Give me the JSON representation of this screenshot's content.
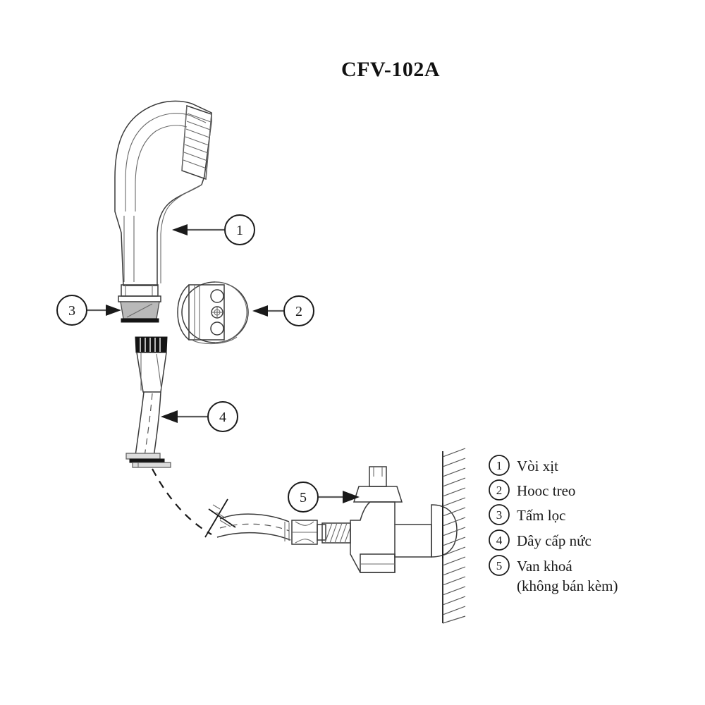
{
  "document": {
    "title": "CFV-102A",
    "kind": "exploded-parts-diagram"
  },
  "colors": {
    "ink": "#1a1a1a",
    "line": "#3a3a3a",
    "shade_grey": "#b9b9b9",
    "shade_light": "#dcdcdc",
    "background": "#ffffff"
  },
  "callouts": [
    {
      "id": "1",
      "number": "1",
      "target": "spray-handle"
    },
    {
      "id": "2",
      "number": "2",
      "target": "wall-hook"
    },
    {
      "id": "3",
      "number": "3",
      "target": "filter-screen"
    },
    {
      "id": "4",
      "number": "4",
      "target": "supply-hose"
    },
    {
      "id": "5",
      "number": "5",
      "target": "shut-off-valve"
    }
  ],
  "legend": {
    "items": [
      {
        "number": "1",
        "label": "Vòi xịt",
        "sublabel": ""
      },
      {
        "number": "2",
        "label": "Hooc treo",
        "sublabel": ""
      },
      {
        "number": "3",
        "label": "Tấm lọc",
        "sublabel": ""
      },
      {
        "number": "4",
        "label": "Dây cấp nức",
        "sublabel": ""
      },
      {
        "number": "5",
        "label": "Van khoá",
        "sublabel": "(không bán kèm)"
      }
    ]
  },
  "parts": {
    "spray_handle": "bidet-spray-head",
    "wall_hook": "wall-mount-hook",
    "filter_screen": "inlet-filter-washer",
    "supply_hose": "flexible-supply-hose",
    "shut_off_valve": "angle-shut-off-valve",
    "wall": "hatched-wall-section"
  },
  "icons": {
    "arrow": "arrow-left-icon",
    "break_symbol": "hose-break-icon"
  }
}
